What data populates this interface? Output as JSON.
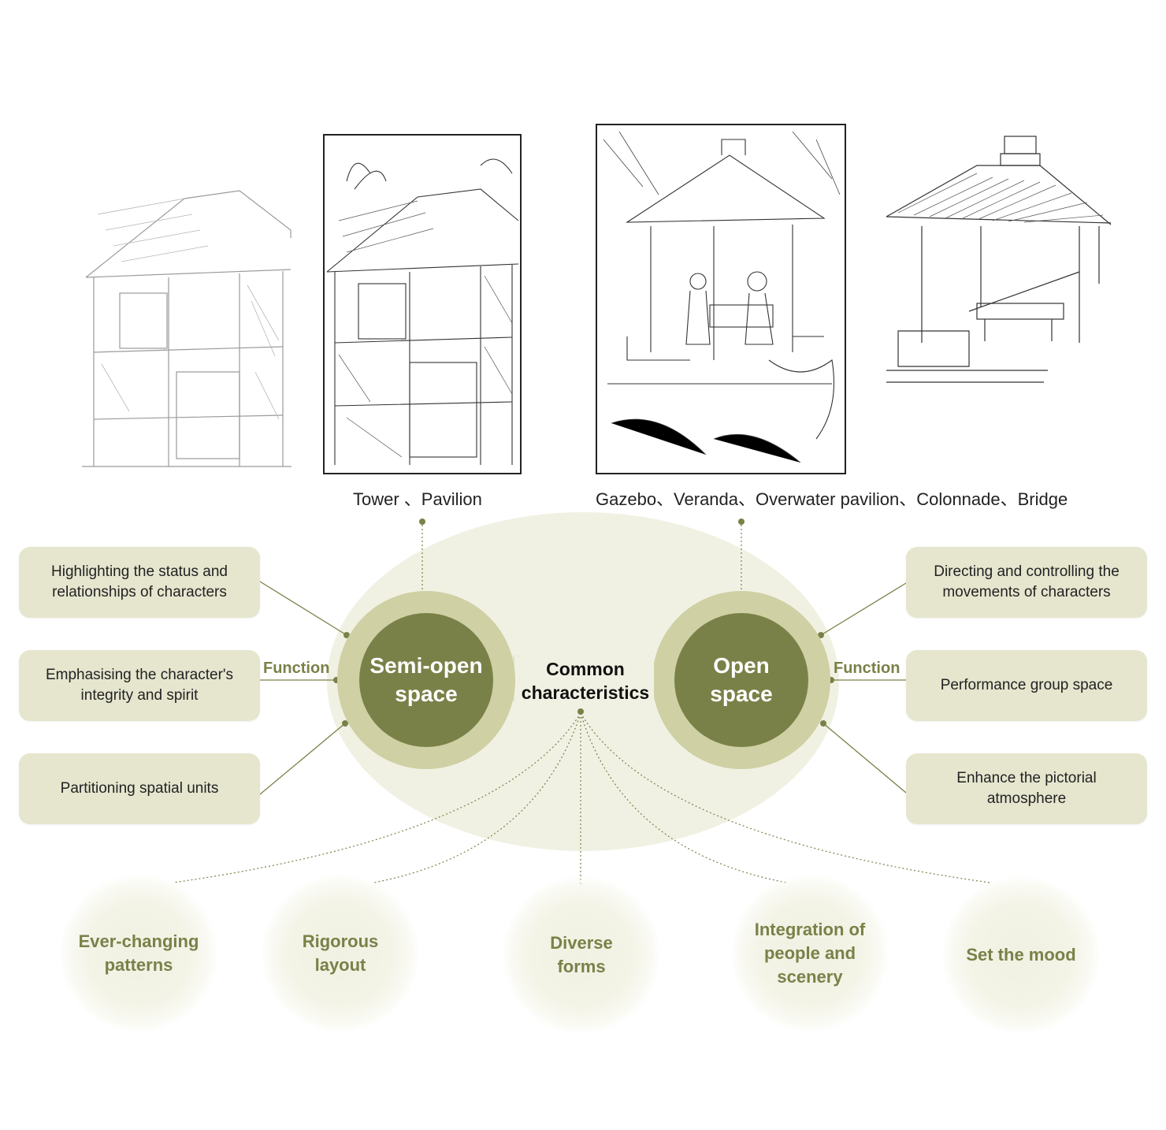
{
  "captions": {
    "semi_open_types": "Tower 、Pavilion",
    "open_types": "Gazebo、Veranda、Overwater pavilion、Colonnade、Bridge"
  },
  "semi_open": {
    "label": "Semi-open space",
    "function_label": "Function",
    "functions": [
      "Highlighting the status and relationships of characters",
      "Emphasising the character's integrity and spirit",
      "Partitioning spatial units"
    ]
  },
  "open": {
    "label": "Open space",
    "function_label": "Function",
    "functions": [
      "Directing and controlling the movements of characters",
      "Performance group space",
      "Enhance the pictorial atmosphere"
    ]
  },
  "common": {
    "label": "Common characteristics",
    "items": [
      "Ever-changing patterns",
      "Rigorous layout",
      "Diverse forms",
      "Integration of people and scenery",
      "Set the mood"
    ]
  },
  "colors": {
    "olive_dark": "#7a8148",
    "olive_light": "#cfd0a4",
    "box_fill": "#e6e6cf",
    "ellipse_fill": "#f1f1e3"
  },
  "illustrations": [
    {
      "icon": "tower-woodcut-faded-icon"
    },
    {
      "icon": "tower-pavilion-woodcut-icon"
    },
    {
      "icon": "gazebo-woodcut-icon"
    },
    {
      "icon": "open-pavilion-line-drawing-icon"
    }
  ]
}
